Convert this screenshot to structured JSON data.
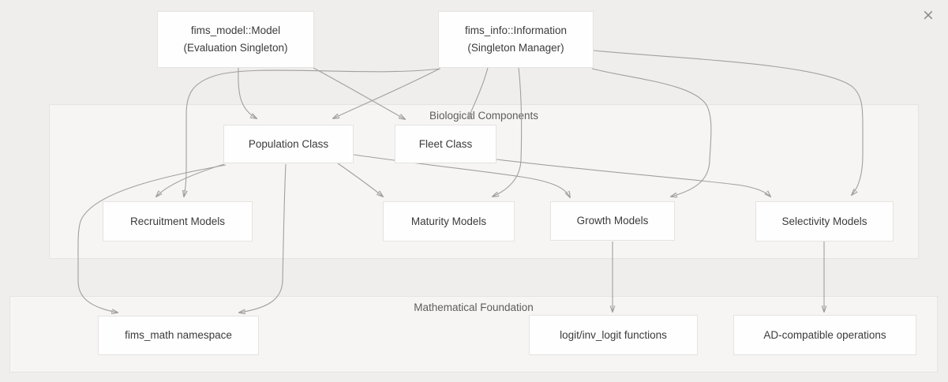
{
  "window": {
    "close_icon": "×"
  },
  "diagram": {
    "type": "flowchart",
    "sections": {
      "biological": {
        "label": "Biological Components"
      },
      "mathematical": {
        "label": "Mathematical Foundation"
      }
    },
    "nodes": {
      "model": {
        "line1": "fims_model::Model",
        "line2": "(Evaluation Singleton)"
      },
      "info": {
        "line1": "fims_info::Information",
        "line2": "(Singleton Manager)"
      },
      "population": {
        "label": "Population Class"
      },
      "fleet": {
        "label": "Fleet Class"
      },
      "recruitment": {
        "label": "Recruitment Models"
      },
      "maturity": {
        "label": "Maturity Models"
      },
      "growth": {
        "label": "Growth Models"
      },
      "selectivity": {
        "label": "Selectivity Models"
      },
      "fims_math": {
        "label": "fims_math namespace"
      },
      "logit": {
        "label": "logit/inv_logit functions"
      },
      "ad": {
        "label": "AD-compatible operations"
      }
    },
    "edges": [
      {
        "from": "model",
        "to": "population"
      },
      {
        "from": "model",
        "to": "fleet"
      },
      {
        "from": "info",
        "to": "population"
      },
      {
        "from": "info",
        "to": "fleet"
      },
      {
        "from": "info",
        "to": "recruitment"
      },
      {
        "from": "info",
        "to": "maturity"
      },
      {
        "from": "info",
        "to": "growth"
      },
      {
        "from": "info",
        "to": "selectivity"
      },
      {
        "from": "population",
        "to": "recruitment"
      },
      {
        "from": "population",
        "to": "maturity"
      },
      {
        "from": "population",
        "to": "growth"
      },
      {
        "from": "fleet",
        "to": "selectivity"
      },
      {
        "from": "population",
        "to": "fims_math"
      },
      {
        "from": "population",
        "to": "fims_math"
      },
      {
        "from": "growth",
        "to": "logit"
      },
      {
        "from": "selectivity",
        "to": "ad"
      }
    ],
    "colors": {
      "page_background": "#f0eeec",
      "section_fill": "#f6f5f3",
      "section_border": "#e6e4e1",
      "node_fill": "#fefefe",
      "node_border": "#e6e3e0",
      "edge_stroke": "#a1a09e",
      "arrowhead": "#8f8f8f",
      "node_text": "#3b3b3b",
      "section_label_text": "#5d5d5d",
      "close_icon": "#8a8a8a"
    }
  }
}
